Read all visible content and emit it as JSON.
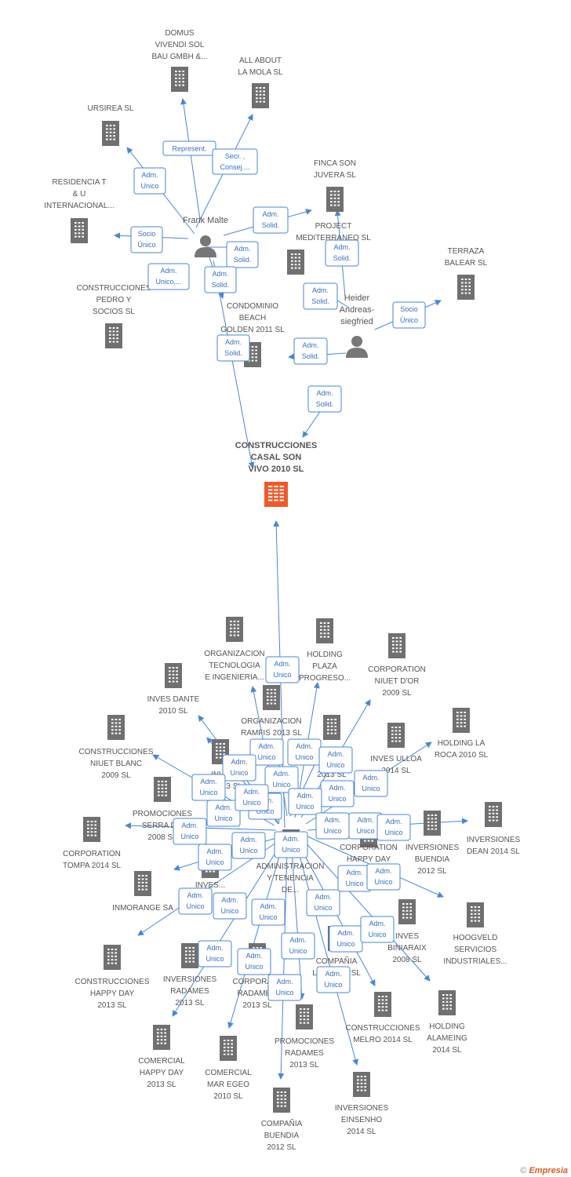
{
  "footer": {
    "copyright": "©",
    "brand": "Empresia"
  },
  "main_company": [
    "CONSTRUCCIONES",
    "CASAL SON",
    "VIVO 2010 SL"
  ],
  "persons": [
    {
      "id": "p_frank",
      "name": [
        "Frank Malte"
      ]
    },
    {
      "id": "p_heider",
      "name": [
        "Heider",
        "Andreas-",
        "siegfried"
      ]
    },
    {
      "id": "p_admin",
      "name": [
        "ADMINISTRACION",
        "Y TENENCIA",
        "DE..."
      ]
    }
  ],
  "companies": [
    {
      "id": "c_domus",
      "label": [
        "DOMUS",
        "VIVENDI SOL",
        "BAU GMBH &..."
      ]
    },
    {
      "id": "c_allabout",
      "label": [
        "ALL ABOUT",
        "LA MOLA  SL"
      ]
    },
    {
      "id": "c_ursirea",
      "label": [
        "URSIREA  SL"
      ]
    },
    {
      "id": "c_residencia",
      "label": [
        "RESIDENCIA T",
        "& U",
        "INTERNACIONAL..."
      ]
    },
    {
      "id": "c_pedro",
      "label": [
        "CONSTRUCCIONES",
        "PEDRO Y",
        "SOCIOS SL"
      ]
    },
    {
      "id": "c_fincason",
      "label": [
        "FINCA SON",
        "JUVERA SL"
      ]
    },
    {
      "id": "c_project",
      "label": [
        "PROJECT",
        "MEDITERRANEO SL"
      ]
    },
    {
      "id": "c_condominio",
      "label": [
        "CONDOMINIO",
        "BEACH",
        "GOLDEN 2011 SL"
      ]
    },
    {
      "id": "c_terraza",
      "label": [
        "TERRAZA",
        "BALEAR SL"
      ]
    },
    {
      "id": "c_org_tec",
      "label": [
        "ORGANIZACION",
        "TECNOLOGIA",
        "E INGENIERIA..."
      ]
    },
    {
      "id": "c_holding_plaza",
      "label": [
        "HOLDING",
        "PLAZA",
        "PROGRESO..."
      ]
    },
    {
      "id": "c_corp_niuet",
      "label": [
        "CORPORATION",
        "NIUET D'OR",
        "2009 SL"
      ]
    },
    {
      "id": "c_inves_dante",
      "label": [
        "INVES DANTE",
        "2010 SL"
      ]
    },
    {
      "id": "c_org_ramfis",
      "label": [
        "ORGANIZACION",
        "RAMFIS 2013  SL"
      ]
    },
    {
      "id": "c_holding_roca",
      "label": [
        "HOLDING LA",
        "ROCA 2010 SL"
      ]
    },
    {
      "id": "c_const_niuet",
      "label": [
        "CONSTRUCCIONES",
        "NIUET BLANC",
        "2009 SL"
      ]
    },
    {
      "id": "c_inves_ulloa",
      "label": [
        "INVES ULLOA",
        "2014  SL"
      ]
    },
    {
      "id": "c_inv_mid1",
      "label": [
        "INV...",
        "R... 2013  SL"
      ]
    },
    {
      "id": "c_inv_mid2",
      "label": [
        "2013  SL"
      ]
    },
    {
      "id": "c_promo_serra",
      "label": [
        "PROMOCIONES",
        "SERRA D...",
        "2008 SL"
      ]
    },
    {
      "id": "c_inv_dean",
      "label": [
        "INVERSIONES",
        "DEAN 2014  SL"
      ]
    },
    {
      "id": "c_corp_tompa",
      "label": [
        "CORPORATION",
        "TOMPA 2014  SL"
      ]
    },
    {
      "id": "c_corp_happy",
      "label": [
        "CORPORATION",
        "HAPPY DAY"
      ]
    },
    {
      "id": "c_inv_buendia",
      "label": [
        "INVERSIONES",
        "BUENDIA",
        "2012 SL"
      ]
    },
    {
      "id": "c_inves_x",
      "label": [
        "INVES..."
      ]
    },
    {
      "id": "c_inmorange",
      "label": [
        "INMORANGE SA"
      ]
    },
    {
      "id": "c_inves_biniaraix",
      "label": [
        "INVES",
        "BINIARAIX",
        "2008 SL"
      ]
    },
    {
      "id": "c_hoogveld",
      "label": [
        "HOOGVELD",
        "SERVICIOS",
        "INDUSTRIALES..."
      ]
    },
    {
      "id": "c_compania_l",
      "label": [
        "COMPAÑIA",
        "L'V... 2008 SL"
      ]
    },
    {
      "id": "c_const_happy",
      "label": [
        "CONSTRUCCIONES",
        "HAPPY DAY",
        "2013  SL"
      ]
    },
    {
      "id": "c_inv_radames",
      "label": [
        "INVERSIONES",
        "RADAMES",
        "2013  SL"
      ]
    },
    {
      "id": "c_corp_radames",
      "label": [
        "CORPORAT...",
        "RADAME...",
        "2013  SL"
      ]
    },
    {
      "id": "c_const_melro",
      "label": [
        "CONSTRUCCIONES",
        "MELRO 2014  SL"
      ]
    },
    {
      "id": "c_holding_alameing",
      "label": [
        "HOLDING",
        "ALAMEING",
        "2014  SL"
      ]
    },
    {
      "id": "c_com_happy",
      "label": [
        "COMERCIAL",
        "HAPPY DAY",
        "2013  SL"
      ]
    },
    {
      "id": "c_com_maregeo",
      "label": [
        "COMERCIAL",
        "MAR EGEO",
        "2010 SL"
      ]
    },
    {
      "id": "c_promo_radames",
      "label": [
        "PROMOCIONES",
        "RADAMES",
        "2013  SL"
      ]
    },
    {
      "id": "c_compania_buendia",
      "label": [
        "COMPAÑIA",
        "BUENDIA",
        "2012 SL"
      ]
    },
    {
      "id": "c_inv_einsenho",
      "label": [
        "INVERSIONES",
        "EINSENHO",
        "2014  SL"
      ]
    }
  ],
  "roles": [
    {
      "id": "r1",
      "text": [
        "Represent."
      ]
    },
    {
      "id": "r2",
      "text": [
        "Secr. ,",
        "Consej...."
      ]
    },
    {
      "id": "r3",
      "text": [
        "Adm.",
        "Unico"
      ]
    },
    {
      "id": "r4",
      "text": [
        "Adm.",
        "Solid."
      ]
    },
    {
      "id": "r5",
      "text": [
        "Socio",
        "Único"
      ]
    },
    {
      "id": "r6",
      "text": [
        "Adm.",
        "Solid."
      ]
    },
    {
      "id": "r7",
      "text": [
        "Adm.",
        "Unico,..."
      ]
    },
    {
      "id": "r8",
      "text": [
        "Adm.",
        "Solid."
      ]
    },
    {
      "id": "r9",
      "text": [
        "Adm.",
        "Solid."
      ]
    },
    {
      "id": "r10",
      "text": [
        "Adm.",
        "Solid."
      ]
    },
    {
      "id": "r11",
      "text": [
        "Socio",
        "Único"
      ]
    },
    {
      "id": "r12",
      "text": [
        "Adm.",
        "Solid."
      ]
    },
    {
      "id": "r13",
      "text": [
        "Adm.",
        "Solid."
      ]
    },
    {
      "id": "r14",
      "text": [
        "Adm.",
        "Solid."
      ]
    },
    {
      "id": "r15",
      "text": [
        "Adm.",
        "Unico"
      ]
    },
    {
      "id": "r16",
      "text": [
        "Adm.",
        "Unico"
      ]
    },
    {
      "id": "r17",
      "text": [
        "Adm.",
        "Unico"
      ]
    },
    {
      "id": "r18",
      "text": [
        "Adm.",
        "Unico"
      ]
    },
    {
      "id": "r19",
      "text": [
        "Adm.",
        "Unico"
      ]
    },
    {
      "id": "r20",
      "text": [
        "Adm.",
        "Unico"
      ]
    },
    {
      "id": "r21",
      "text": [
        "Adm.",
        "Unico"
      ]
    },
    {
      "id": "r22",
      "text": [
        "Adm.",
        "Unico"
      ]
    },
    {
      "id": "r23",
      "text": [
        "Adm.",
        "Unico"
      ]
    },
    {
      "id": "r24",
      "text": [
        "Adm.",
        "Unico"
      ]
    },
    {
      "id": "r25",
      "text": [
        "Adm.",
        "Unico"
      ]
    },
    {
      "id": "r26",
      "text": [
        "Adm.",
        "Unico"
      ]
    },
    {
      "id": "r27",
      "text": [
        "Adm.",
        "Unico"
      ]
    },
    {
      "id": "r28",
      "text": [
        "Adm.",
        "Unico"
      ]
    },
    {
      "id": "r29",
      "text": [
        "Adm.",
        "Unico"
      ]
    },
    {
      "id": "r30",
      "text": [
        "Adm.",
        "Unico"
      ]
    },
    {
      "id": "r31",
      "text": [
        "Adm.",
        "Unico"
      ]
    },
    {
      "id": "r32",
      "text": [
        "Adm.",
        "Unico"
      ]
    },
    {
      "id": "r33",
      "text": [
        "Adm.",
        "Unico"
      ]
    },
    {
      "id": "r34",
      "text": [
        "Adm.",
        "Unico"
      ]
    },
    {
      "id": "r35",
      "text": [
        "Adm.",
        "Unico"
      ]
    },
    {
      "id": "r36",
      "text": [
        "Adm.",
        "Unico"
      ]
    },
    {
      "id": "r37",
      "text": [
        "Adm.",
        "Unico"
      ]
    },
    {
      "id": "r38",
      "text": [
        "Adm.",
        "Unico"
      ]
    },
    {
      "id": "r39",
      "text": [
        "Adm.",
        "Unico"
      ]
    },
    {
      "id": "r40",
      "text": [
        "Adm.",
        "Unico"
      ]
    },
    {
      "id": "r41",
      "text": [
        "Adm.",
        "Unico"
      ]
    },
    {
      "id": "r42",
      "text": [
        "Adm.",
        "Unico"
      ]
    },
    {
      "id": "r43",
      "text": [
        "Adm.",
        "Unico"
      ]
    },
    {
      "id": "r44",
      "text": [
        "Adm.",
        "Unico"
      ]
    },
    {
      "id": "r45",
      "text": [
        "Adm.",
        "Unico"
      ]
    },
    {
      "id": "r46",
      "text": [
        "Adm.",
        "Unico"
      ]
    },
    {
      "id": "r47",
      "text": [
        "Adm.",
        "Unico"
      ]
    }
  ]
}
